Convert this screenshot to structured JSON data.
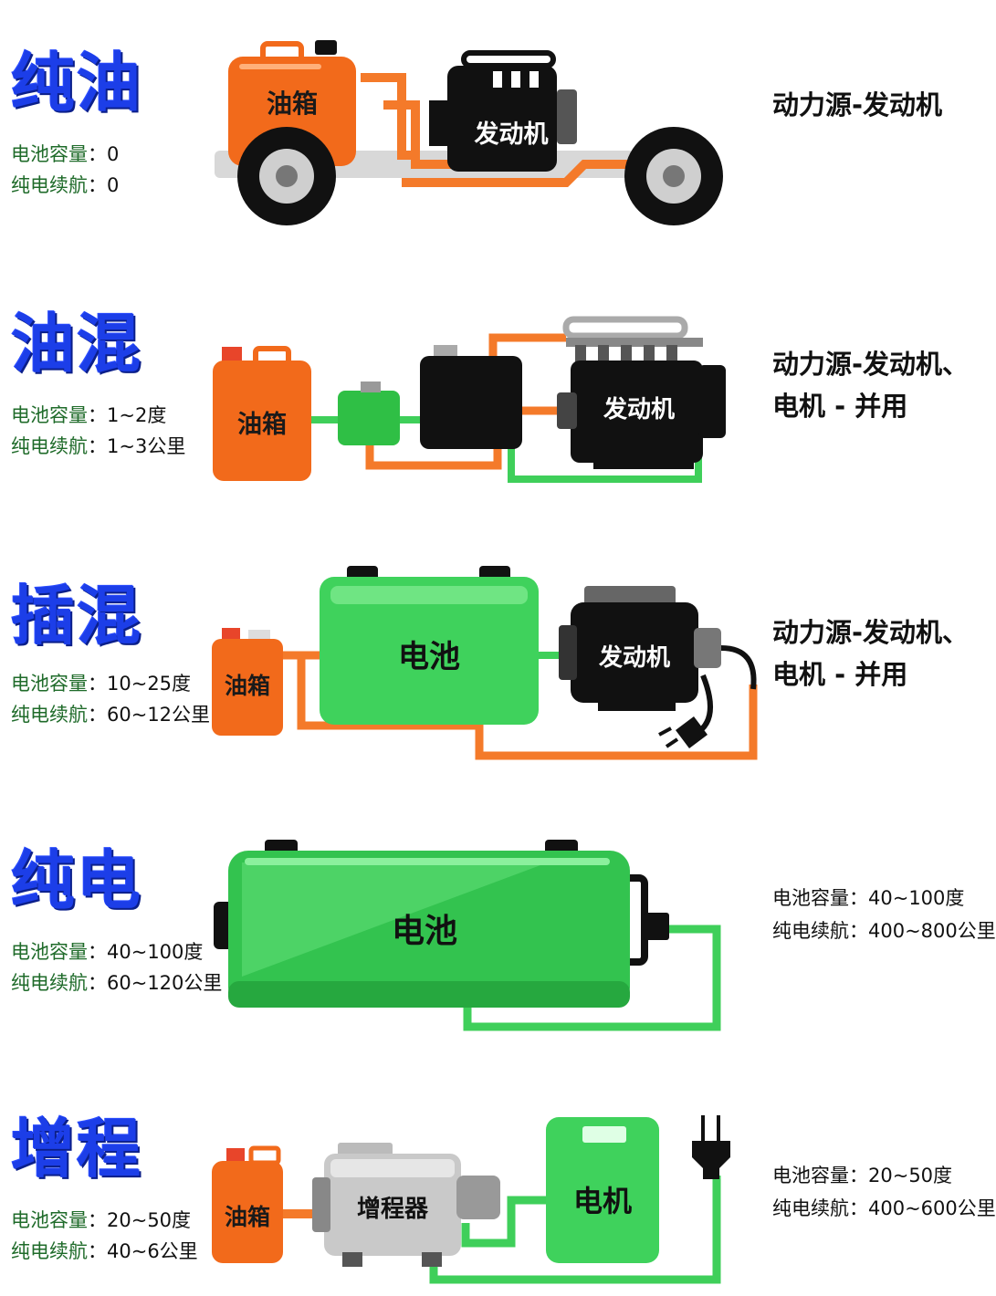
{
  "sections": [
    {
      "id": "pure-fuel",
      "title": "纯油",
      "specs": [
        {
          "key": "电池容量",
          "value": "：0"
        },
        {
          "key": "纯电续航",
          "value": "：0"
        }
      ],
      "right": [
        "动力源-发动机"
      ],
      "components": {
        "tank": "油箱",
        "engine": "发动机"
      }
    },
    {
      "id": "mild-hybrid",
      "title": "油混",
      "specs": [
        {
          "key": "电池容量",
          "value": "：1~2度"
        },
        {
          "key": "纯电续航",
          "value": "：1~3公里"
        }
      ],
      "right": [
        "动力源-发动机、",
        "电机 - 并用"
      ],
      "components": {
        "tank": "油箱",
        "engine": "发动机"
      }
    },
    {
      "id": "plug-in-hybrid",
      "title": "插混",
      "specs": [
        {
          "key": "电池容量",
          "value": "：10~25度"
        },
        {
          "key": "纯电续航",
          "value": "：60~12公里"
        }
      ],
      "right": [
        "动力源-发动机、",
        "电机 - 并用"
      ],
      "components": {
        "tank": "油箱",
        "battery": "电池",
        "engine": "发动机"
      }
    },
    {
      "id": "pure-electric",
      "title": "纯电",
      "specs": [
        {
          "key": "电池容量",
          "value": "：40~100度"
        },
        {
          "key": "纯电续航",
          "value": "：60~120公里"
        }
      ],
      "right_specs": [
        "电池容量：40~100度",
        "纯电续航：400~800公里"
      ],
      "components": {
        "battery": "电池"
      }
    },
    {
      "id": "range-extender",
      "title": "增程",
      "specs": [
        {
          "key": "电池容量",
          "value": "：20~50度"
        },
        {
          "key": "纯电续航",
          "value": "：40~6公里"
        }
      ],
      "right_specs": [
        "电池容量：20~50度",
        "纯电续航：400~600公里"
      ],
      "components": {
        "tank": "油箱",
        "extender": "增程器",
        "motor": "电机"
      }
    }
  ],
  "colors": {
    "title": "#1c3ee8",
    "orange": "#f26a1b",
    "green": "#3fcf5a",
    "black": "#111111",
    "spec_key": "#1f6b2a"
  }
}
